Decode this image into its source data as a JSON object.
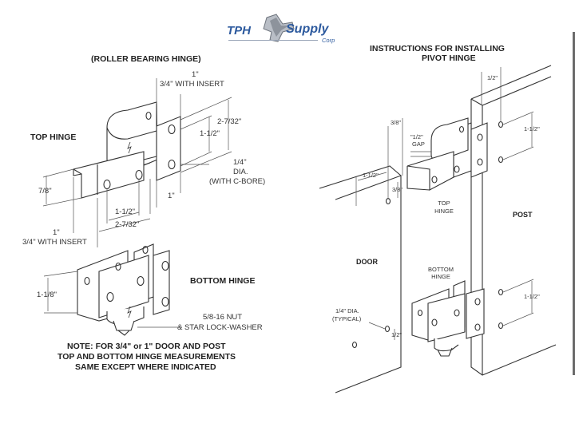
{
  "brand": {
    "name_left": "TPH",
    "name_right": "Supply",
    "suffix": "Corp",
    "color": "#2d5a9e"
  },
  "left_panel": {
    "title": "(ROLLER BEARING HINGE)",
    "top_hinge_label": "TOP HINGE",
    "bottom_hinge_label": "BOTTOM HINGE",
    "dims": {
      "top_width": "1\"",
      "top_width_insert": "3/4\" WITH INSERT",
      "height_outer": "2-7/32\"",
      "height_inner": "1-1/2\"",
      "hole_dia": "1/4\"",
      "hole_dia_2": "DIA.",
      "hole_note": "(WITH C-BORE)",
      "leaf_height": "7/8\"",
      "offset": "1\"",
      "spacing_inner": "1-1/2\"",
      "spacing_outer": "2-7/32\"",
      "bottom_width": "1\"",
      "bottom_width_insert": "3/4\" WITH INSERT",
      "bottom_leaf_height": "1-1/8\"",
      "nut_1": "5/8-16 NUT",
      "nut_2": "& STAR LOCK-WASHER"
    },
    "note": [
      "NOTE: FOR 3/4\" or 1\" DOOR AND POST",
      "TOP AND BOTTOM HINGE MEASUREMENTS",
      "SAME EXCEPT WHERE INDICATED"
    ]
  },
  "right_panel": {
    "title_1": "INSTRUCTIONS FOR INSTALLING",
    "title_2": "PIVOT HINGE",
    "post_label": "POST",
    "door_label": "DOOR",
    "top_hinge_1": "TOP",
    "top_hinge_2": "HINGE",
    "bottom_hinge_1": "BOTTOM",
    "bottom_hinge_2": "HINGE",
    "dims": {
      "post_offset": "1/2\"",
      "post_spacing_top": "1-1/2\"",
      "post_spacing_bottom": "1-1/2\"",
      "door_top": "3/8\"",
      "gap_1": "\"1/2\"",
      "gap_2": "GAP",
      "door_edge": "1-1/2\"",
      "door_drop": "3/8\"",
      "hole_dia_1": "1/4\" DIA.",
      "hole_dia_2": "(TYPICAL)",
      "door_bottom": "1/2\""
    }
  }
}
